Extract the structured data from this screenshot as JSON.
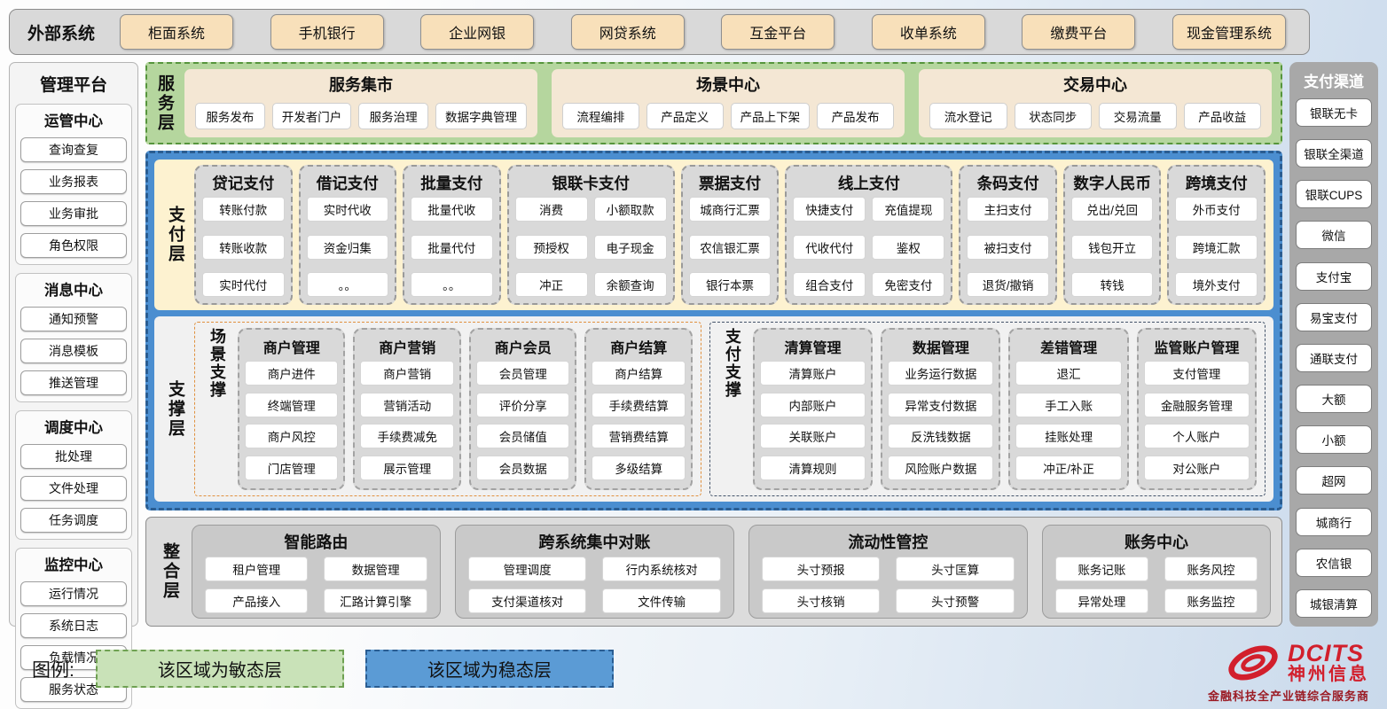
{
  "external": {
    "label": "外部系统",
    "systems": [
      "柜面系统",
      "手机银行",
      "企业网银",
      "网贷系统",
      "互金平台",
      "收单系统",
      "缴费平台",
      "现金管理系统"
    ]
  },
  "management": {
    "title": "管理平台",
    "groups": [
      {
        "title": "运管中心",
        "items": [
          "查询查复",
          "业务报表",
          "业务审批",
          "角色权限"
        ]
      },
      {
        "title": "消息中心",
        "items": [
          "通知预警",
          "消息模板",
          "推送管理"
        ]
      },
      {
        "title": "调度中心",
        "items": [
          "批处理",
          "文件处理",
          "任务调度"
        ]
      },
      {
        "title": "监控中心",
        "items": [
          "运行情况",
          "系统日志",
          "负载情况",
          "服务状态"
        ]
      }
    ]
  },
  "service_layer": {
    "label": "服务层",
    "groups": [
      {
        "title": "服务集市",
        "items": [
          "服务发布",
          "开发者门户",
          "服务治理",
          "数据字典管理"
        ]
      },
      {
        "title": "场景中心",
        "items": [
          "流程编排",
          "产品定义",
          "产品上下架",
          "产品发布"
        ]
      },
      {
        "title": "交易中心",
        "items": [
          "流水登记",
          "状态同步",
          "交易流量",
          "产品收益"
        ]
      }
    ]
  },
  "payment_layer": {
    "label": "支付层",
    "columns": [
      {
        "title": "贷记支付",
        "cols": 1,
        "items": [
          "转账付款",
          "转账收款",
          "实时代付"
        ]
      },
      {
        "title": "借记支付",
        "cols": 1,
        "items": [
          "实时代收",
          "资金归集",
          "。。"
        ]
      },
      {
        "title": "批量支付",
        "cols": 1,
        "items": [
          "批量代收",
          "批量代付",
          "。。"
        ]
      },
      {
        "title": "银联卡支付",
        "cols": 2,
        "items": [
          "消费",
          "小额取款",
          "预授权",
          "电子现金",
          "冲正",
          "余额查询"
        ]
      },
      {
        "title": "票据支付",
        "cols": 1,
        "items": [
          "城商行汇票",
          "农信银汇票",
          "银行本票"
        ]
      },
      {
        "title": "线上支付",
        "cols": 2,
        "items": [
          "快捷支付",
          "充值提现",
          "代收代付",
          "鉴权",
          "组合支付",
          "免密支付"
        ]
      },
      {
        "title": "条码支付",
        "cols": 1,
        "items": [
          "主扫支付",
          "被扫支付",
          "退货/撤销"
        ]
      },
      {
        "title": "数字人民币",
        "cols": 1,
        "items": [
          "兑出/兑回",
          "钱包开立",
          "转钱"
        ]
      },
      {
        "title": "跨境支付",
        "cols": 1,
        "items": [
          "外币支付",
          "跨境汇款",
          "境外支付"
        ]
      }
    ]
  },
  "support_layer": {
    "label": "支撑层",
    "sections": [
      {
        "label": "场景支撑",
        "accent": "orange",
        "columns": [
          {
            "title": "商户管理",
            "items": [
              "商户进件",
              "终端管理",
              "商户风控",
              "门店管理"
            ]
          },
          {
            "title": "商户营销",
            "items": [
              "商户营销",
              "营销活动",
              "手续费减免",
              "展示管理"
            ]
          },
          {
            "title": "商户会员",
            "items": [
              "会员管理",
              "评价分享",
              "会员储值",
              "会员数据"
            ]
          },
          {
            "title": "商户结算",
            "items": [
              "商户结算",
              "手续费结算",
              "营销费结算",
              "多级结算"
            ]
          }
        ]
      },
      {
        "label": "支付支撑",
        "accent": "navy",
        "columns": [
          {
            "title": "清算管理",
            "items": [
              "清算账户",
              "内部账户",
              "关联账户",
              "清算规则"
            ]
          },
          {
            "title": "数据管理",
            "items": [
              "业务运行数据",
              "异常支付数据",
              "反洗钱数据",
              "风险账户数据"
            ]
          },
          {
            "title": "差错管理",
            "items": [
              "退汇",
              "手工入账",
              "挂账处理",
              "冲正/补正"
            ]
          },
          {
            "title": "监管账户管理",
            "items": [
              "支付管理",
              "金融服务管理",
              "个人账户",
              "对公账户"
            ]
          }
        ]
      }
    ]
  },
  "integration_layer": {
    "label": "整合层",
    "groups": [
      {
        "title": "智能路由",
        "items": [
          "租户管理",
          "数据管理",
          "产品接入",
          "汇路计算引擎"
        ]
      },
      {
        "title": "跨系统集中对账",
        "items": [
          "管理调度",
          "行内系统核对",
          "支付渠道核对",
          "文件传输"
        ]
      },
      {
        "title": "流动性管控",
        "items": [
          "头寸预报",
          "头寸匡算",
          "头寸核销",
          "头寸预警"
        ]
      },
      {
        "title": "账务中心",
        "items": [
          "账务记账",
          "账务风控",
          "异常处理",
          "账务监控"
        ]
      }
    ]
  },
  "channels": {
    "title": "支付渠道",
    "items": [
      "银联无卡",
      "银联全渠道",
      "银联CUPS",
      "微信",
      "支付宝",
      "易宝支付",
      "通联支付",
      "大额",
      "小额",
      "超网",
      "城商行",
      "农信银",
      "城银清算"
    ]
  },
  "legend": {
    "label": "图例:",
    "agile": "该区域为敏态层",
    "stable": "该区域为稳态层"
  },
  "logo": {
    "brand": "DCITS",
    "name": "神州信息",
    "tagline": "金融科技全产业链综合服务商"
  },
  "colors": {
    "agile_green_fill": "#b5d69e",
    "agile_green_border": "#56953c",
    "stable_blue_fill": "#4b8ed0",
    "stable_blue_border": "#2a5d92",
    "payment_cream": "#fdf2d0",
    "external_tan": "#f8e0ba",
    "panel_gray": "#d9d9d9",
    "scene_accent_orange": "#e0913f",
    "payment_support_accent_navy": "#44546a",
    "brand_red": "#d21f2c"
  }
}
